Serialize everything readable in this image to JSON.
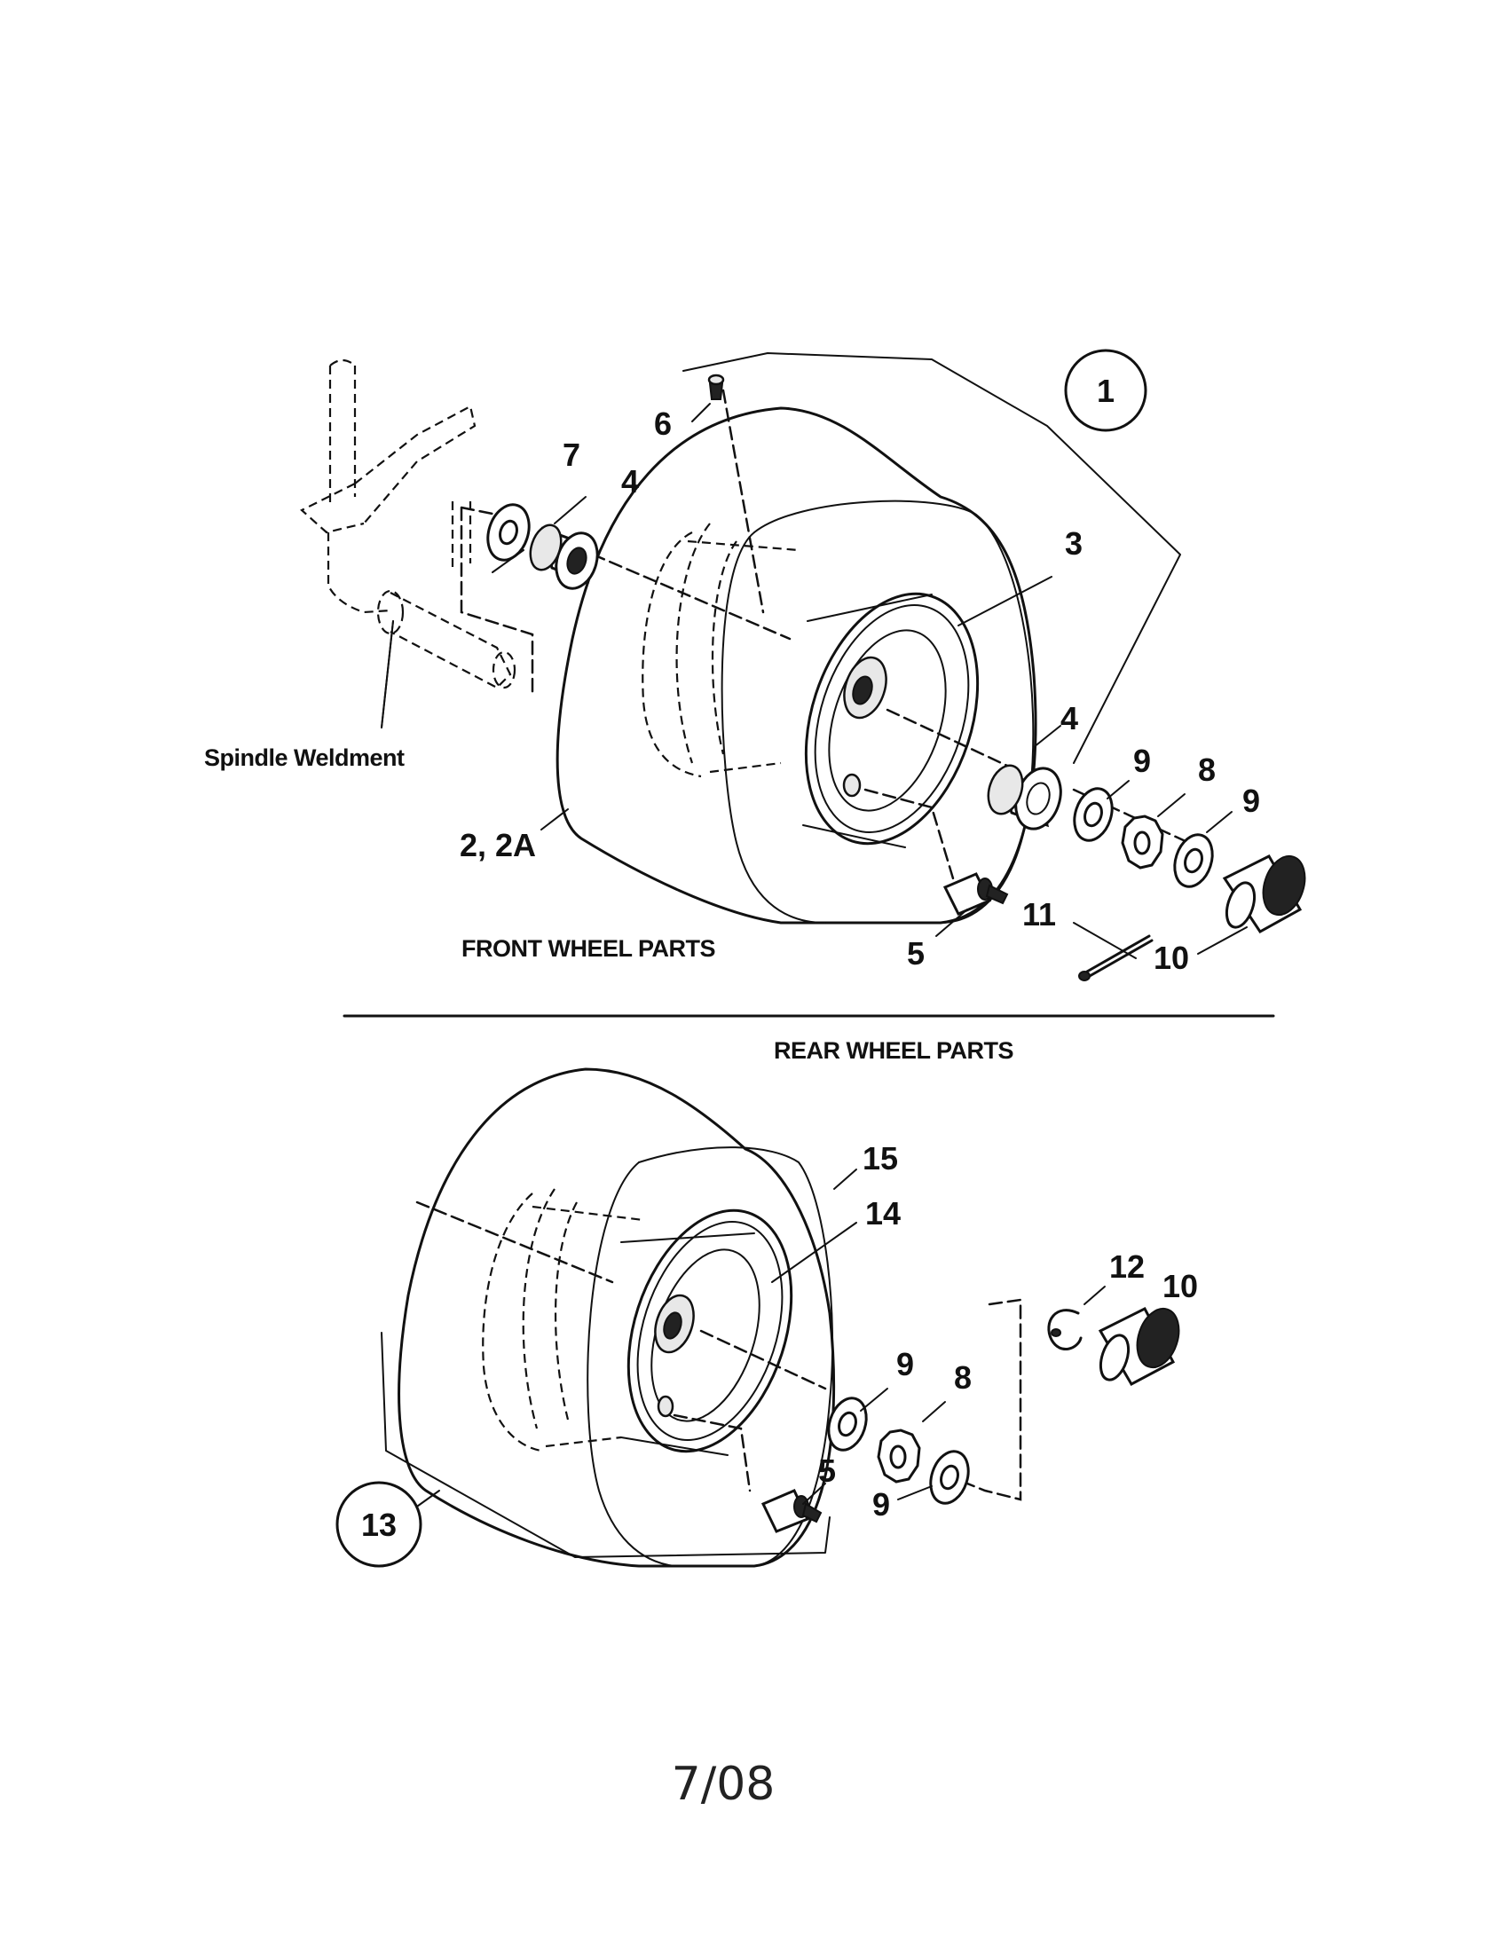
{
  "front": {
    "callouts": [
      "1",
      "2, 2A",
      "3",
      "4",
      "4",
      "5",
      "6",
      "7",
      "8",
      "9",
      "9",
      "10",
      "11"
    ],
    "spindle_label": "Spindle Weldment",
    "section_title": "FRONT WHEEL PARTS"
  },
  "rear": {
    "section_title": "REAR WHEEL PARTS",
    "callouts": [
      "5",
      "8",
      "9",
      "9",
      "10",
      "12",
      "13",
      "14",
      "15"
    ]
  },
  "page_number": "7/08"
}
